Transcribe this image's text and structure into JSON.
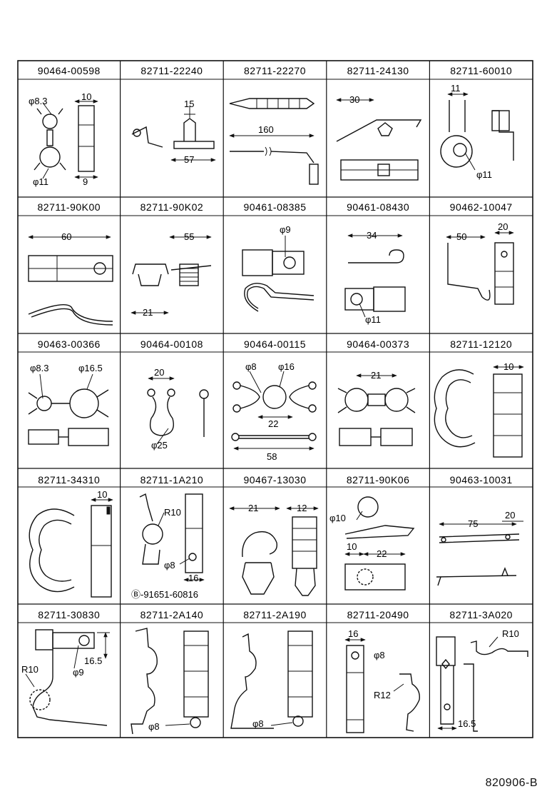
{
  "parts": [
    {
      "part_number": "90464-00598",
      "dims": [
        "φ8.3",
        "10",
        "φ11",
        "9"
      ]
    },
    {
      "part_number": "82711-22240",
      "dims": [
        "15",
        "57"
      ]
    },
    {
      "part_number": "82711-22270",
      "dims": [
        "160"
      ]
    },
    {
      "part_number": "82711-24130",
      "dims": [
        "30"
      ]
    },
    {
      "part_number": "82711-60010",
      "dims": [
        "11",
        "φ11"
      ]
    },
    {
      "part_number": "82711-90K00",
      "dims": [
        "60"
      ]
    },
    {
      "part_number": "82711-90K02",
      "dims": [
        "55",
        "21"
      ]
    },
    {
      "part_number": "90461-08385",
      "dims": [
        "φ9"
      ]
    },
    {
      "part_number": "90461-08430",
      "dims": [
        "34",
        "φ11"
      ]
    },
    {
      "part_number": "90462-10047",
      "dims": [
        "50",
        "20"
      ]
    },
    {
      "part_number": "90463-00366",
      "dims": [
        "φ8.3",
        "φ16.5"
      ]
    },
    {
      "part_number": "90464-00108",
      "dims": [
        "20",
        "φ25"
      ]
    },
    {
      "part_number": "90464-00115",
      "dims": [
        "φ8",
        "φ16",
        "22",
        "58"
      ]
    },
    {
      "part_number": "90464-00373",
      "dims": [
        "21"
      ]
    },
    {
      "part_number": "82711-12120",
      "dims": [
        "10"
      ]
    },
    {
      "part_number": "82711-34310",
      "dims": [
        "10"
      ]
    },
    {
      "part_number": "82711-1A210",
      "dims": [
        "R10",
        "φ8",
        "16",
        "Ⓑ-91651-60816"
      ]
    },
    {
      "part_number": "90467-13030",
      "dims": [
        "21",
        "12"
      ]
    },
    {
      "part_number": "82711-90K06",
      "dims": [
        "φ10",
        "10",
        "22"
      ]
    },
    {
      "part_number": "90463-10031",
      "dims": [
        "75",
        "20"
      ]
    },
    {
      "part_number": "82711-30830",
      "dims": [
        "16.5",
        "R10",
        "φ9"
      ]
    },
    {
      "part_number": "82711-2A140",
      "dims": [
        "φ8"
      ]
    },
    {
      "part_number": "82711-2A190",
      "dims": [
        "φ8"
      ]
    },
    {
      "part_number": "82711-20490",
      "dims": [
        "16",
        "φ8",
        "R12"
      ]
    },
    {
      "part_number": "82711-3A020",
      "dims": [
        "R10",
        "16.5"
      ]
    }
  ],
  "drawing_id": "820906-B"
}
